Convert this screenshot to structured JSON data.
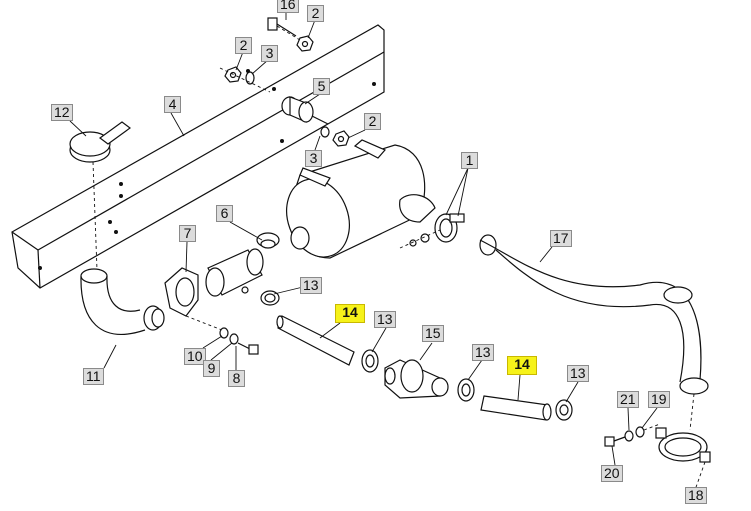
{
  "diagram": {
    "callouts": [
      {
        "id": "c16",
        "label": "16",
        "highlighted": false
      },
      {
        "id": "c2a",
        "label": "2",
        "highlighted": false
      },
      {
        "id": "c2b",
        "label": "2",
        "highlighted": false
      },
      {
        "id": "c3a",
        "label": "3",
        "highlighted": false
      },
      {
        "id": "c12",
        "label": "12",
        "highlighted": false
      },
      {
        "id": "c4",
        "label": "4",
        "highlighted": false
      },
      {
        "id": "c5",
        "label": "5",
        "highlighted": false
      },
      {
        "id": "c2c",
        "label": "2",
        "highlighted": false
      },
      {
        "id": "c3b",
        "label": "3",
        "highlighted": false
      },
      {
        "id": "c1",
        "label": "1",
        "highlighted": false
      },
      {
        "id": "c6",
        "label": "6",
        "highlighted": false
      },
      {
        "id": "c7",
        "label": "7",
        "highlighted": false
      },
      {
        "id": "c17",
        "label": "17",
        "highlighted": false
      },
      {
        "id": "c13a",
        "label": "13",
        "highlighted": false
      },
      {
        "id": "c14a",
        "label": "14",
        "highlighted": true
      },
      {
        "id": "c13b",
        "label": "13",
        "highlighted": false
      },
      {
        "id": "c15",
        "label": "15",
        "highlighted": false
      },
      {
        "id": "c13c",
        "label": "13",
        "highlighted": false
      },
      {
        "id": "c14b",
        "label": "14",
        "highlighted": true
      },
      {
        "id": "c13d",
        "label": "13",
        "highlighted": false
      },
      {
        "id": "c10",
        "label": "10",
        "highlighted": false
      },
      {
        "id": "c9",
        "label": "9",
        "highlighted": false
      },
      {
        "id": "c8",
        "label": "8",
        "highlighted": false
      },
      {
        "id": "c11",
        "label": "11",
        "highlighted": false
      },
      {
        "id": "c21",
        "label": "21",
        "highlighted": false
      },
      {
        "id": "c19",
        "label": "19",
        "highlighted": false
      },
      {
        "id": "c20",
        "label": "20",
        "highlighted": false
      },
      {
        "id": "c18",
        "label": "18",
        "highlighted": false
      }
    ],
    "colors": {
      "highlight": "#f6f21a",
      "callout_bg": "#dcdcdc",
      "line": "#111111"
    }
  }
}
